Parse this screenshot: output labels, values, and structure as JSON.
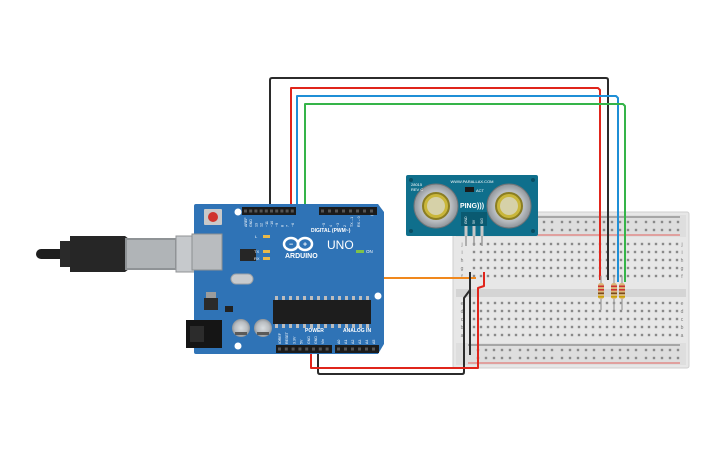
{
  "arduino": {
    "brand": "ARDUINO",
    "model": "UNO",
    "digital_label": "DIGITAL (PWM~)",
    "power_label": "POWER",
    "analog_label": "ANALOG IN",
    "on_label": "ON",
    "tx_label": "TX",
    "rx_label": "RX",
    "l_label": "L",
    "top_pin_labels": [
      "AREF",
      "GND",
      "13",
      "12",
      "~11",
      "~10",
      "~9",
      "8",
      "7",
      "~6",
      "~5",
      "4",
      "~3",
      "2",
      "TX→1",
      "RX←0"
    ],
    "power_pin_labels": [
      "IOREF",
      "RESET",
      "3.3V",
      "5V",
      "GND",
      "GND",
      "Vin"
    ],
    "analog_pin_labels": [
      "A0",
      "A1",
      "A2",
      "A3",
      "A4",
      "A5"
    ]
  },
  "sensor": {
    "name": "PING)))",
    "website": "WWW.PARALLAX.COM",
    "model_text": "28015",
    "rev_text": "REV C",
    "act_label": "ACT",
    "pin_labels": [
      "GND",
      "5V",
      "SIG"
    ]
  },
  "breadboard": {
    "row_letters_top": [
      "j",
      "i",
      "h",
      "g",
      "f"
    ],
    "row_letters_bottom": [
      "e",
      "d",
      "c",
      "b",
      "a"
    ],
    "column_count": 30
  },
  "wire_colors": {
    "black": "#2b2b2b",
    "red": "#e0251b",
    "blue": "#1f8fd6",
    "green": "#35b449",
    "orange": "#f0881d"
  },
  "colors": {
    "arduino_board": "#2f73b6",
    "sensor_board": "#0f6f8c",
    "breadboard": "#e9e9e9",
    "usb_cable": "#222222"
  }
}
